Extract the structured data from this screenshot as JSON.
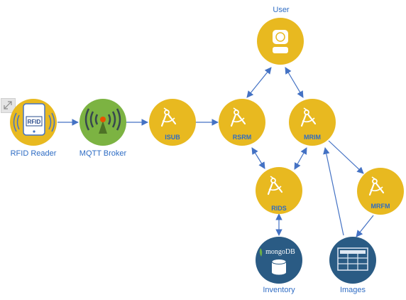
{
  "nodes": {
    "user": {
      "label": "User",
      "icon": "user-icon"
    },
    "rfid_reader": {
      "label": "RFID Reader",
      "badge": "RFID",
      "icon": "rfid-reader-icon"
    },
    "mqtt_broker": {
      "label": "MQTT Broker",
      "icon": "broadcast-antenna-icon"
    },
    "isub": {
      "label": "ISUB",
      "icon": "compass-icon"
    },
    "rsrm": {
      "label": "RSRM",
      "icon": "compass-icon"
    },
    "mrim": {
      "label": "MRIM",
      "icon": "compass-icon"
    },
    "rids": {
      "label": "RIDS",
      "icon": "compass-icon"
    },
    "mrfm": {
      "label": "MRFM",
      "icon": "compass-icon"
    },
    "inventory": {
      "label": "Inventory",
      "logo": "mongoDB",
      "icon": "database-icon"
    },
    "images": {
      "label": "Images",
      "icon": "table-grid-icon"
    }
  },
  "edges": [
    {
      "from": "rfid_reader",
      "to": "mqtt_broker",
      "direction": "forward"
    },
    {
      "from": "mqtt_broker",
      "to": "isub",
      "direction": "forward"
    },
    {
      "from": "isub",
      "to": "rsrm",
      "direction": "forward"
    },
    {
      "from": "rsrm",
      "to": "user",
      "direction": "both"
    },
    {
      "from": "mrim",
      "to": "user",
      "direction": "both"
    },
    {
      "from": "rsrm",
      "to": "rids",
      "direction": "both"
    },
    {
      "from": "mrim",
      "to": "rids",
      "direction": "both"
    },
    {
      "from": "rids",
      "to": "inventory",
      "direction": "both"
    },
    {
      "from": "mrim",
      "to": "mrfm",
      "direction": "forward"
    },
    {
      "from": "mrfm",
      "to": "images",
      "direction": "forward"
    },
    {
      "from": "images",
      "to": "mrim",
      "direction": "forward"
    }
  ],
  "colors": {
    "node_fill": "#e8b920",
    "store_fill": "#2a5b84",
    "arrow": "#4472c4",
    "label": "#2e6cc4",
    "mqtt_fill": "#7cb342"
  }
}
